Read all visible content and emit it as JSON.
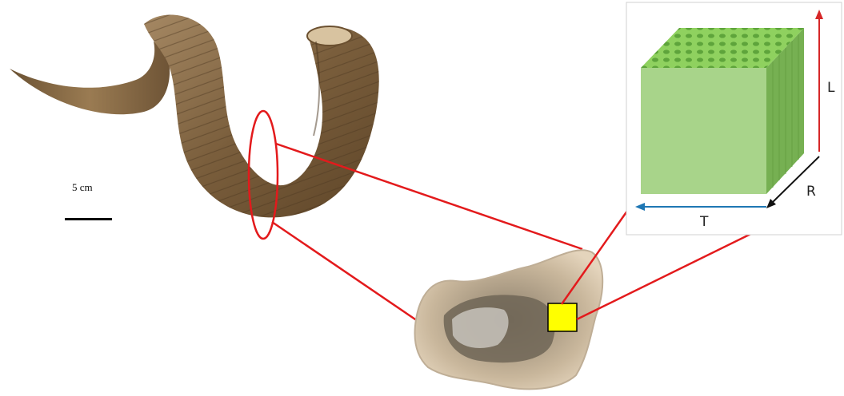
{
  "scale": {
    "label": "5 cm"
  },
  "axes": {
    "longitudinal": "L",
    "radial": "R",
    "transverse": "T"
  },
  "colors": {
    "callout": "#e31a1c",
    "cube_front": "#a8d48a",
    "cube_side": "#7fb35c",
    "cube_top": "#8fcf6a",
    "axis_L": "#d62728",
    "axis_R": "#111111",
    "axis_T": "#1f77b4",
    "sample_marker": "#ffff00",
    "horn": "#8a6b45"
  },
  "icons": [
    "ram-horn-photo",
    "horn-cross-section-photo",
    "tubule-cube-illustration"
  ]
}
